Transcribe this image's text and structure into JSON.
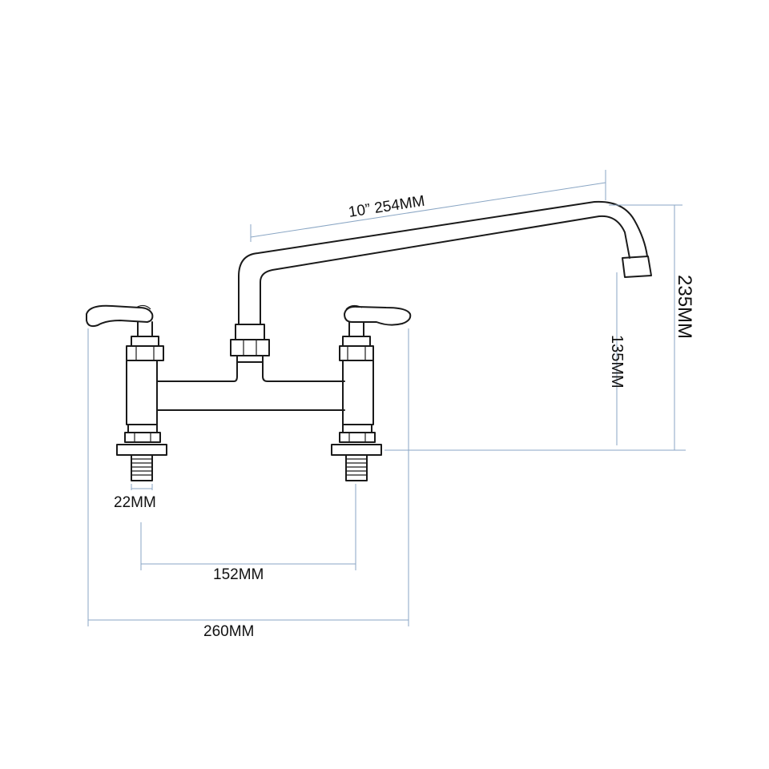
{
  "dimensions": {
    "spout_length": "10”  254MM",
    "total_height": "235MM",
    "spout_height": "135MM",
    "thread_size": "22MM",
    "center_spacing": "152MM",
    "overall_width": "260MM"
  },
  "colors": {
    "outline": "#1a1a1a",
    "dimension_line": "#8aa6c4",
    "background": "#ffffff"
  }
}
